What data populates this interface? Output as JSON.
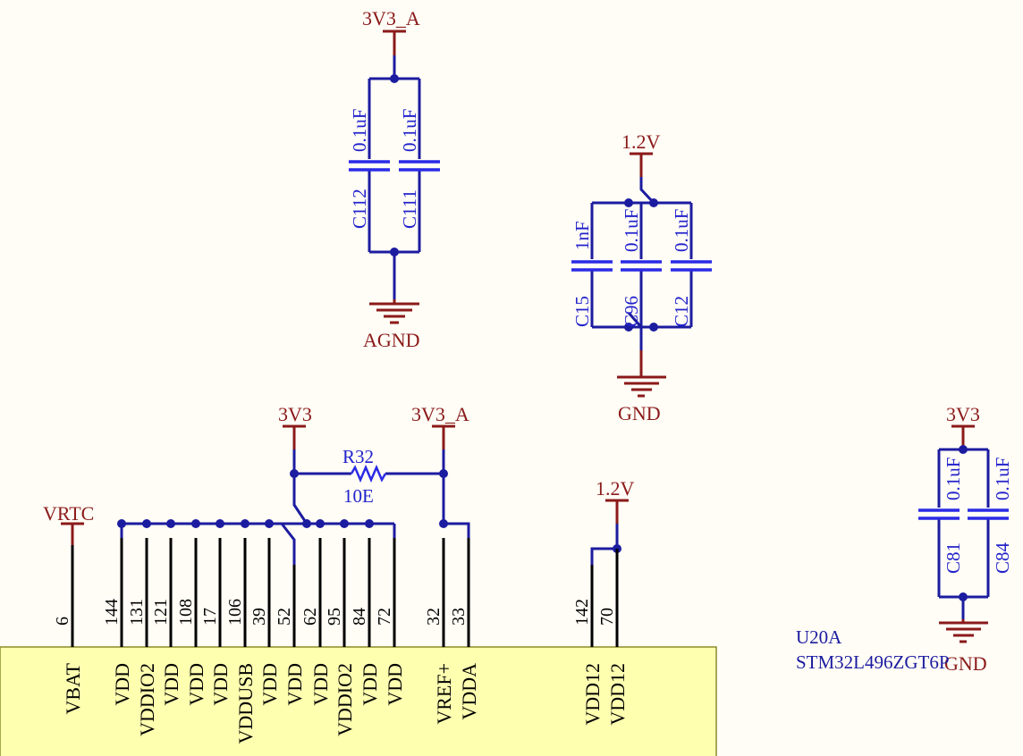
{
  "power_nets": {
    "v3v3a_top": "3V3_A",
    "agnd": "AGND",
    "v1v2_mid": "1.2V",
    "gnd_mid": "GND",
    "v3v3": "3V3",
    "v3v3a_bottom": "3V3_A",
    "vrtc": "VRTC",
    "v1v2_bottom": "1.2V",
    "v3v3_right": "3V3",
    "gnd_right": "GND"
  },
  "capacitors": [
    {
      "ref": "C112",
      "value": "0.1uF"
    },
    {
      "ref": "C111",
      "value": "0.1uF"
    },
    {
      "ref": "C15",
      "value": "1nF"
    },
    {
      "ref": "C96",
      "value": "0.1uF"
    },
    {
      "ref": "C12",
      "value": "0.1uF"
    },
    {
      "ref": "C81",
      "value": "0.1uF"
    },
    {
      "ref": "C84",
      "value": "0.1uF"
    }
  ],
  "resistor": {
    "ref": "R32",
    "value": "10E"
  },
  "ic": {
    "ref": "U20A",
    "part": "STM32L496ZGT6P"
  },
  "pins": [
    {
      "num": "6",
      "name": "VBAT"
    },
    {
      "num": "144",
      "name": "VDD"
    },
    {
      "num": "131",
      "name": "VDDIO2"
    },
    {
      "num": "121",
      "name": "VDD"
    },
    {
      "num": "108",
      "name": "VDD"
    },
    {
      "num": "17",
      "name": "VDD"
    },
    {
      "num": "106",
      "name": "VDDUSB"
    },
    {
      "num": "39",
      "name": "VDD"
    },
    {
      "num": "52",
      "name": "VDD"
    },
    {
      "num": "62",
      "name": "VDD"
    },
    {
      "num": "95",
      "name": "VDDIO2"
    },
    {
      "num": "84",
      "name": "VDD"
    },
    {
      "num": "72",
      "name": "VDD"
    },
    {
      "num": "32",
      "name": "VREF+"
    },
    {
      "num": "33",
      "name": "VDDA"
    },
    {
      "num": "142",
      "name": "VDD12"
    },
    {
      "num": "70",
      "name": "VDD12"
    }
  ],
  "colors": {
    "background": "#FFFDF6",
    "wire": "#1C1CA0",
    "component": "#2A2AE6",
    "power_net": "#8B1A1A",
    "ic_body": "#FFFFB0"
  }
}
